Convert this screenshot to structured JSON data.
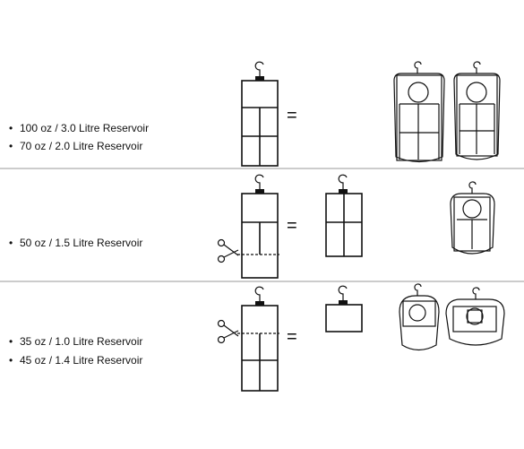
{
  "rows": [
    {
      "bullets": [
        "100 oz / 3.0 Litre Reservoir",
        "70 oz / 2.0 Litre Reservoir"
      ],
      "equals": "="
    },
    {
      "bullets": [
        "50 oz / 1.5 Litre Reservoir"
      ],
      "equals": "="
    },
    {
      "bullets": [
        "35 oz / 1.0 Litre Reservoir",
        "45 oz / 1.4 Litre Reservoir"
      ],
      "equals": "="
    }
  ],
  "bullet_char": "•",
  "colors": {
    "ink": "#111111",
    "divider": "#9a9a9a",
    "background": "#ffffff"
  },
  "icons": [
    "hanger-icon",
    "scissors-icon",
    "reservoir-icon"
  ]
}
